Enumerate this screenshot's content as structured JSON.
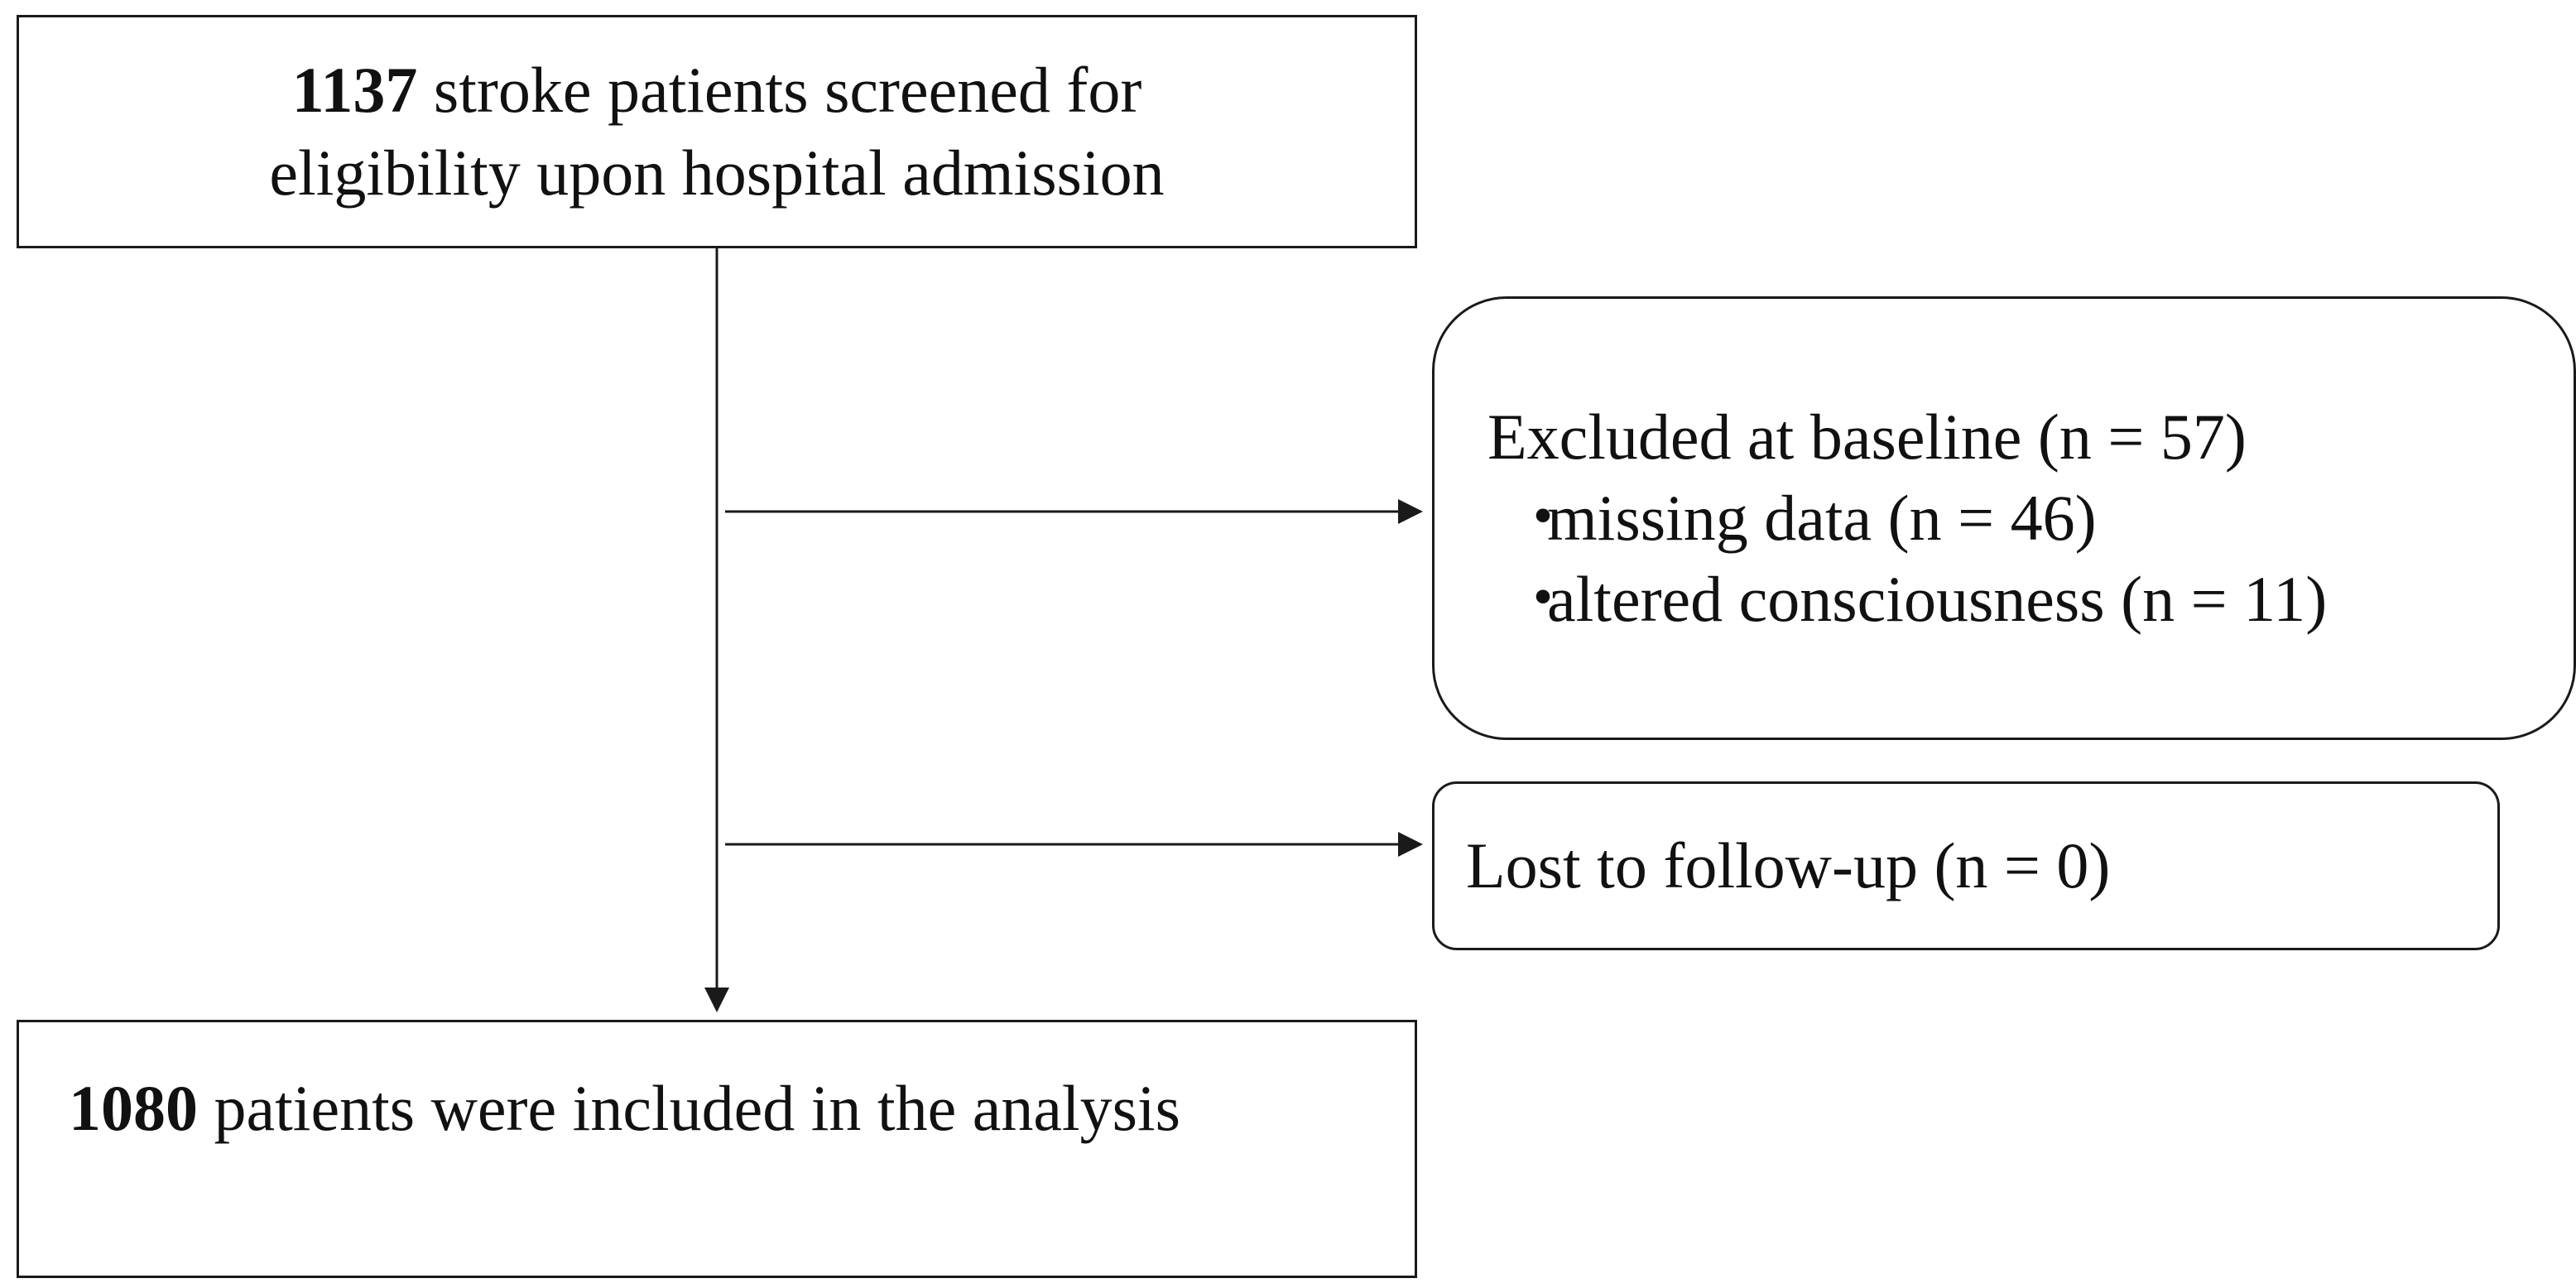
{
  "boxes": {
    "screened": {
      "count": "1137",
      "line1_rest": " stroke patients screened for",
      "line2": "eligibility upon hospital admission"
    },
    "excluded": {
      "heading": "Excluded at baseline (n = 57)",
      "items": [
        {
          "bullet": "・",
          "label": "missing data (n = 46)"
        },
        {
          "bullet": "・",
          "label": "altered consciousness (n = 11)"
        }
      ]
    },
    "lost": {
      "label": "Lost to follow-up (n = 0)"
    },
    "included": {
      "count": "1080",
      "rest": " patients were included in the analysis"
    }
  },
  "colors": {
    "stroke": "#1a1a1a",
    "background": "#ffffff"
  }
}
